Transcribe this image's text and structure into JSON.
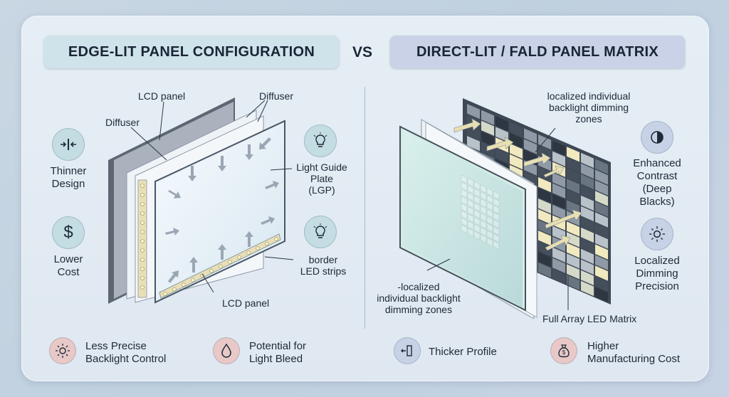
{
  "header_left": "EDGE-LIT PANEL CONFIGURATION",
  "header_right": "DIRECT-LIT / FALD PANEL MATRIX",
  "vs": "VS",
  "left_diagram": {
    "lcd_panel_top": "LCD panel",
    "diffuser_top": "Diffuser",
    "diffuser_left": "Diffuser",
    "light_guide_plate_1": "Light Guide",
    "light_guide_plate_2": "Plate",
    "light_guide_plate_3": "(LGP)",
    "border_led_1": "border",
    "border_led_2": "LED strips",
    "lcd_panel_bottom": "LCD panel"
  },
  "left_features": {
    "thinner_1": "Thinner",
    "thinner_2": "Design",
    "cost_1": "Lower",
    "cost_2": "Cost"
  },
  "left_drawbacks": {
    "precise_1": "Less Precise",
    "precise_2": "Backlight Control",
    "bleed_1": "Potential for",
    "bleed_2": "Light Bleed"
  },
  "right_diagram": {
    "zones_top_1": "localized individual",
    "zones_top_2": "backlight dimming",
    "zones_top_3": "zones",
    "zones_bottom_1": "-localized",
    "zones_bottom_2": "individual backlight",
    "zones_bottom_3": "dimming zones",
    "full_array": "Full Array LED Matrix"
  },
  "right_features": {
    "contrast_1": "Enhanced",
    "contrast_2": "Contrast",
    "contrast_3": "(Deep",
    "contrast_4": "Blacks)",
    "dimming_1": "Localized",
    "dimming_2": "Dimming",
    "dimming_3": "Precision"
  },
  "right_drawbacks": {
    "thicker": "Thicker Profile",
    "cost_1": "Higher",
    "cost_2": "Manufacturing Cost"
  },
  "colors": {
    "teal_icon": "#c3dde3",
    "blue_icon": "#c8d2e6",
    "pink_icon": "#e8c9c8",
    "led_yellow": "#f4e6a6"
  }
}
